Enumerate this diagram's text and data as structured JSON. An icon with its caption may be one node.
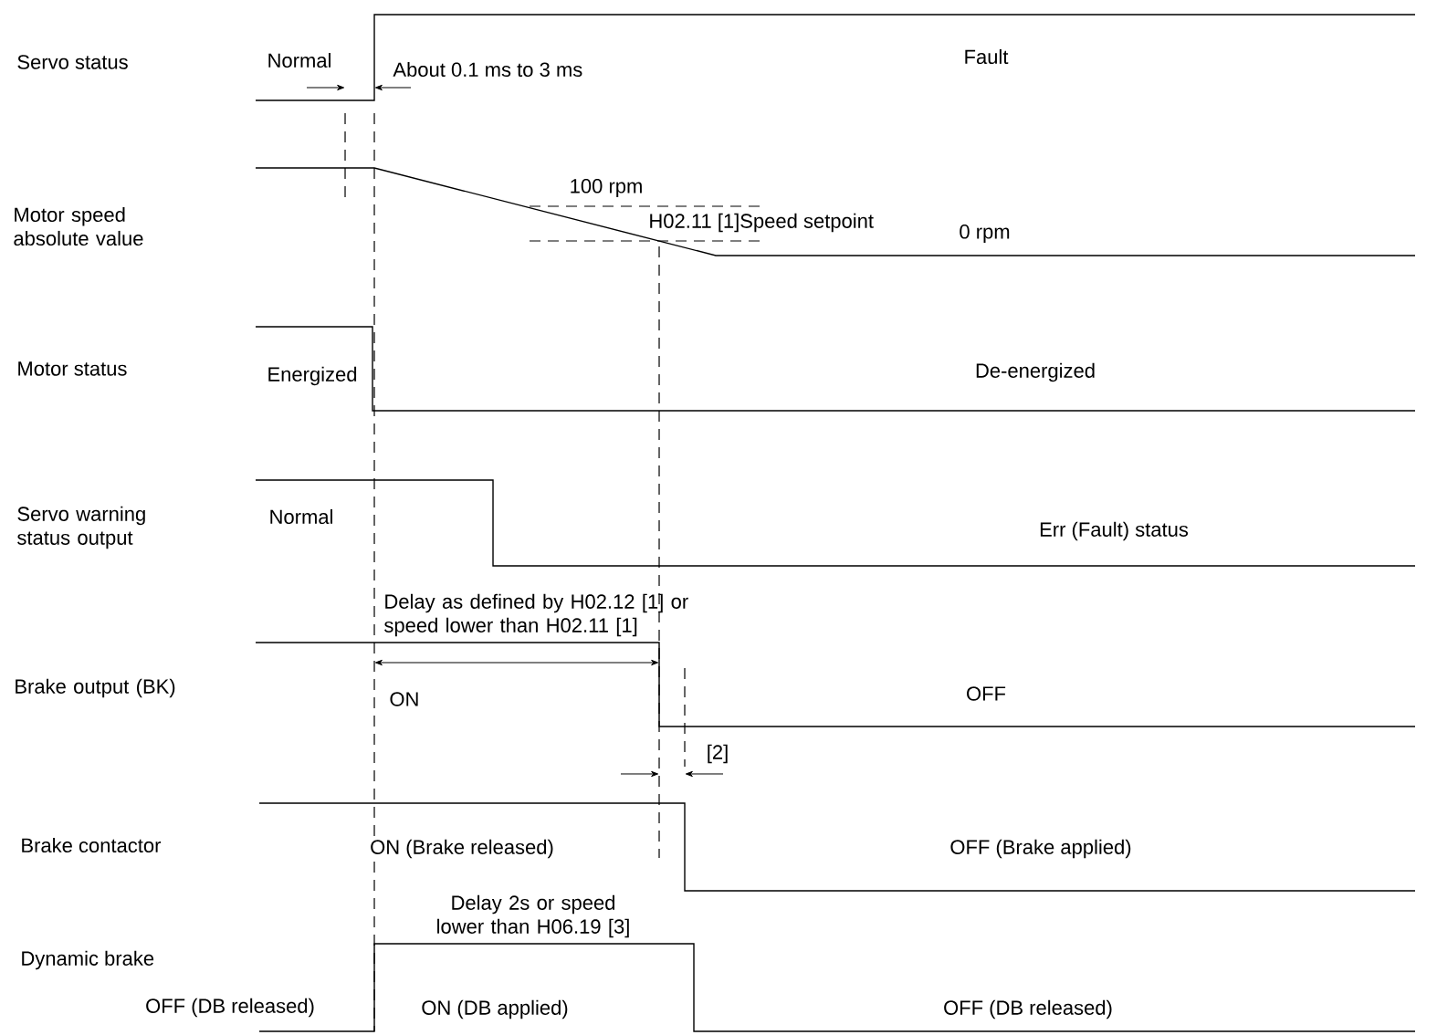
{
  "diagram": {
    "labels": [
      "Servo status",
      "Normal",
      "About 0.1 ms to 3 ms",
      "Fault",
      "100 rpm",
      "Motor speed absolute value",
      "H02.11 [1]Speed setpoint",
      "0 rpm",
      "Motor status",
      "Energized",
      "De-energized",
      "Servo warning status output",
      "Normal",
      "Err (Fault) status",
      "Delay as defined by H02.12 [1] or speed lower than H02.11 [1]",
      "Brake output (BK)",
      "ON",
      "OFF",
      "[2]",
      "Brake contactor",
      "ON (Brake released)",
      "OFF (Brake applied)",
      "Delay 2s or speed lower than H06.19 [3]",
      "Dynamic brake",
      "OFF (DB released)",
      "ON (DB applied)",
      "OFF (DB released)"
    ]
  }
}
